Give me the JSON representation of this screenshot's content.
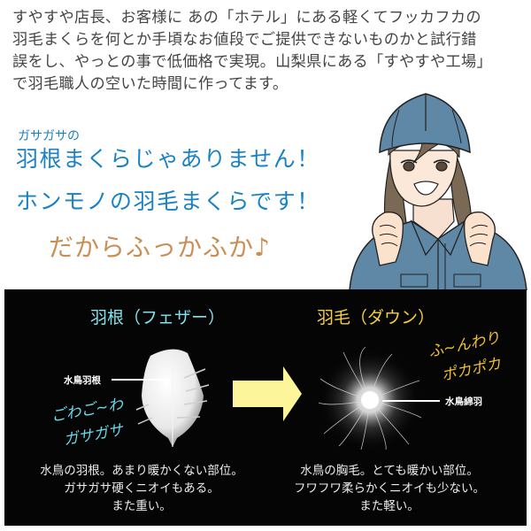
{
  "intro": {
    "lines": [
      "すやすや店長、お客様に あの「ホテル」にある軽くてフッカフカの",
      "羽毛まくらを何とか手頃なお値段でご提供できないものかと試行錯",
      "誤をし、やっとの事で低価格で実現。山梨県にある「すやすや工場」",
      "で羽毛職人の空いた時間に作ってます。"
    ]
  },
  "headline": {
    "small": "ガサガサの",
    "line1": "羽根まくらじゃありません！",
    "line2": "ホンモノの羽毛まくらです！",
    "tagline": "だからふっかふか♪"
  },
  "mascot": {
    "icon": "worker-girl-cap-illustration"
  },
  "comparison": {
    "feather": {
      "title": "羽根（フェザー）",
      "label": "水鳥羽根",
      "handwritten": [
        "ごわご~わ",
        "ガサガサ"
      ],
      "description": [
        "水鳥の羽根。あまり暖かくない部位。",
        "ガサガサ硬くニオイもある。",
        "また重い。"
      ]
    },
    "arrow": {
      "icon": "right-arrow-icon",
      "color": "#fdf59a"
    },
    "down": {
      "title": "羽毛（ダウン）",
      "label": "水鳥綿羽",
      "handwritten": [
        "ふ~んわり",
        "ポカポカ"
      ],
      "description": [
        "水鳥の胸毛。とても暖かい部位。",
        "フワフワ柔らかくニオイも少ない。",
        "また軽い。"
      ]
    }
  },
  "colors": {
    "headline_blue": "#1a82c4",
    "tagline_tan": "#c98e54",
    "feather_cyan": "#7fe3ef",
    "down_yellow": "#f6cf3c",
    "panel_bg": "#050505"
  }
}
